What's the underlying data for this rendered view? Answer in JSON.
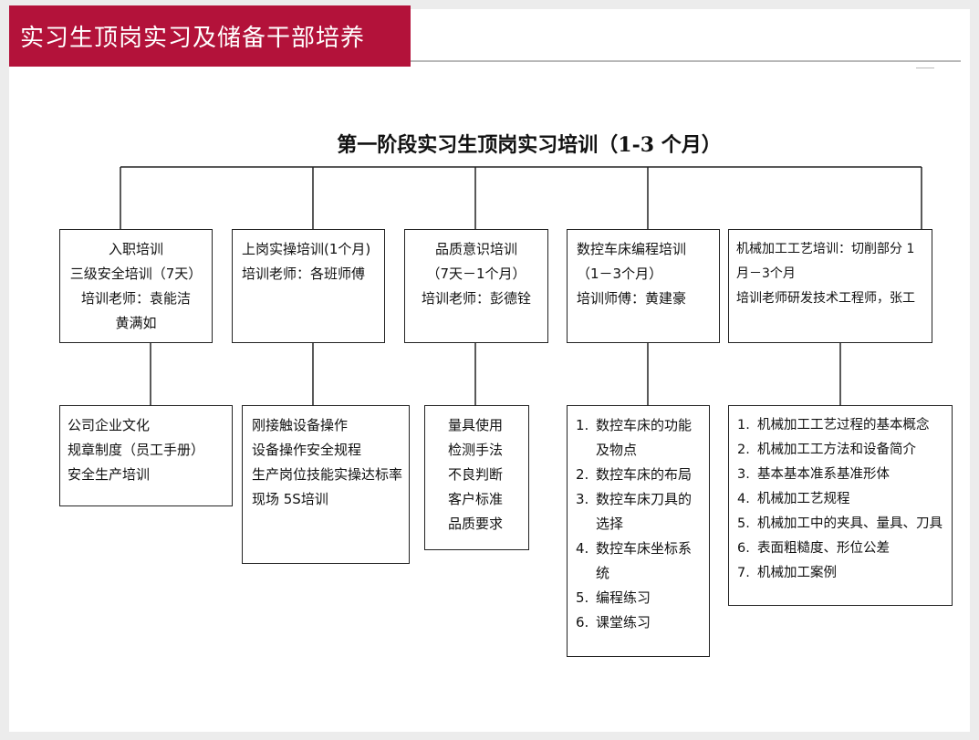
{
  "slide_title": "实习生顶岗实习及储备干部培养",
  "diagram_title": "第一阶段实习生顶岗实习培训（1-3 个月）",
  "stages": [
    {
      "lines": [
        "入职培训",
        "三级安全培训（7天）",
        "培训老师：袁能洁",
        "黄满如"
      ]
    },
    {
      "lines": [
        "上岗实操培训(1个月)",
        "培训老师：各班师傅"
      ]
    },
    {
      "lines": [
        "品质意识培训",
        "（7天－1个月）",
        "培训老师：彭德铨"
      ]
    },
    {
      "lines": [
        "数控车床编程培训",
        "（1－3个月）",
        "培训师傅：黄建豪"
      ]
    },
    {
      "lines": [
        "机械加工工艺培训：切削部分 1",
        "月－3个月",
        "培训老师研发技术工程师，张工"
      ]
    }
  ],
  "details": [
    {
      "lines": [
        "公司企业文化",
        "规章制度（员工手册）",
        "安全生产培训"
      ]
    },
    {
      "lines": [
        "刚接触设备操作",
        "设备操作安全规程",
        "生产岗位技能实操达标率",
        "现场 5S培训"
      ]
    },
    {
      "lines": [
        "量具使用",
        "检测手法",
        "不良判断",
        "客户标准",
        "品质要求"
      ]
    },
    {
      "items": [
        {
          "num": "1.",
          "text": [
            "数控车床的功能",
            "及物点"
          ]
        },
        {
          "num": "2.",
          "text": [
            "数控车床的布局"
          ]
        },
        {
          "num": "3.",
          "text": [
            "数控车床刀具的",
            "选择"
          ]
        },
        {
          "num": "4.",
          "text": [
            "数控车床坐标系",
            "统"
          ]
        },
        {
          "num": "5.",
          "text": [
            "编程练习"
          ]
        },
        {
          "num": "6.",
          "text": [
            "课堂练习"
          ]
        }
      ]
    },
    {
      "items": [
        {
          "num": "1.",
          "text": [
            "机械加工工艺过程的基本概念"
          ]
        },
        {
          "num": "2.",
          "text": [
            "机械加工工方法和设备简介"
          ]
        },
        {
          "num": "3.",
          "text": [
            "基本基本准系基准形体"
          ]
        },
        {
          "num": "4.",
          "text": [
            "机械加工艺规程"
          ]
        },
        {
          "num": "5.",
          "text": [
            "机械加工中的夹具、量具、刀具"
          ]
        },
        {
          "num": "6.",
          "text": [
            "表面粗糙度、形位公差"
          ]
        },
        {
          "num": "7.",
          "text": [
            "机械加工案例"
          ]
        }
      ]
    }
  ]
}
